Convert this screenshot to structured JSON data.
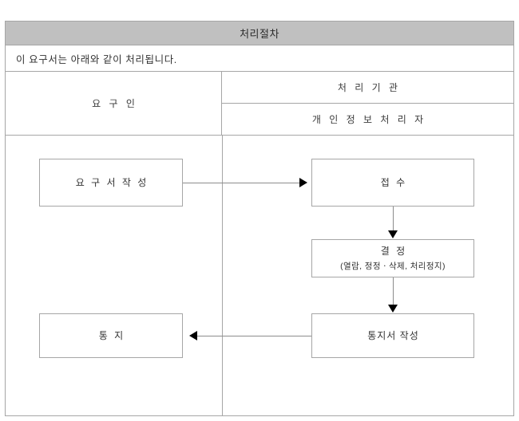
{
  "document": {
    "title": "처리절차",
    "intro": "이 요구서는 아래와 같이 처리됩니다.",
    "columns": {
      "left": "요 구 인",
      "right_primary": "처 리 기 관",
      "right_secondary": "개 인 정 보 처 리 자"
    },
    "flow": {
      "nodes": [
        {
          "id": "request",
          "label": "요 구 서 작 성",
          "sublabel": "",
          "column": "left"
        },
        {
          "id": "receipt",
          "label": "접 수",
          "sublabel": "",
          "column": "right"
        },
        {
          "id": "decision",
          "label": "결 정",
          "sublabel": "(열람, 정정ㆍ삭제, 처리정지)",
          "column": "right"
        },
        {
          "id": "notice_doc",
          "label": "통지서 작성",
          "sublabel": "",
          "column": "right"
        },
        {
          "id": "notice",
          "label": "통 지",
          "sublabel": "",
          "column": "left"
        }
      ],
      "connectors": [
        {
          "from": "request",
          "to": "receipt",
          "direction": "right"
        },
        {
          "from": "receipt",
          "to": "decision",
          "direction": "down"
        },
        {
          "from": "decision",
          "to": "notice_doc",
          "direction": "down"
        },
        {
          "from": "notice_doc",
          "to": "notice",
          "direction": "left"
        }
      ]
    }
  },
  "colors": {
    "title_bar_bg": "#c0c0c0",
    "border": "#a6a6a6",
    "connector": "#8c8c8c",
    "arrow": "#000000",
    "text": "#333333",
    "page_bg": "#ffffff"
  }
}
